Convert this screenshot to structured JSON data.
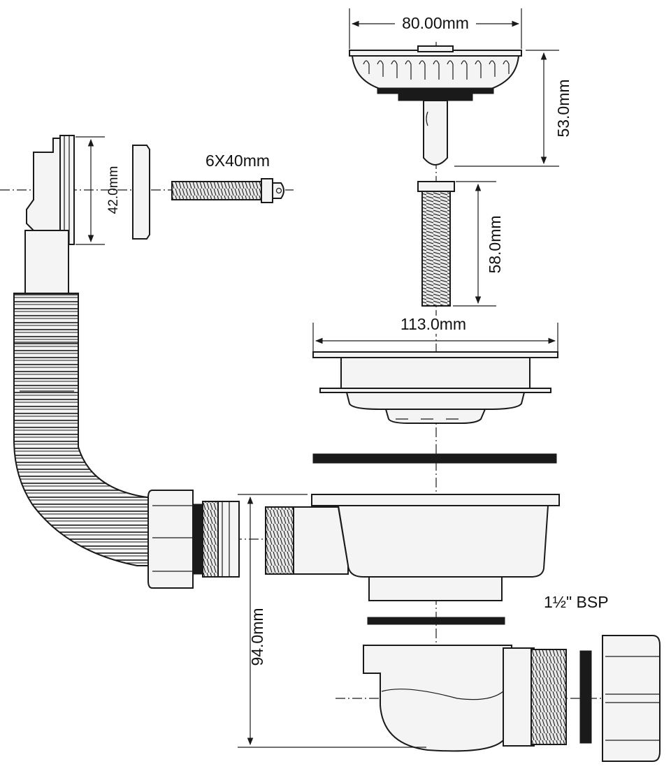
{
  "labels": {
    "basket_width": "80.00mm",
    "basket_height": "53.0mm",
    "overflow_height": "42.0mm",
    "screw": "6X40mm",
    "bolt_length": "58.0mm",
    "flange_width": "113.0mm",
    "trap_height": "94.0mm",
    "thread": "1½\" BSP"
  }
}
